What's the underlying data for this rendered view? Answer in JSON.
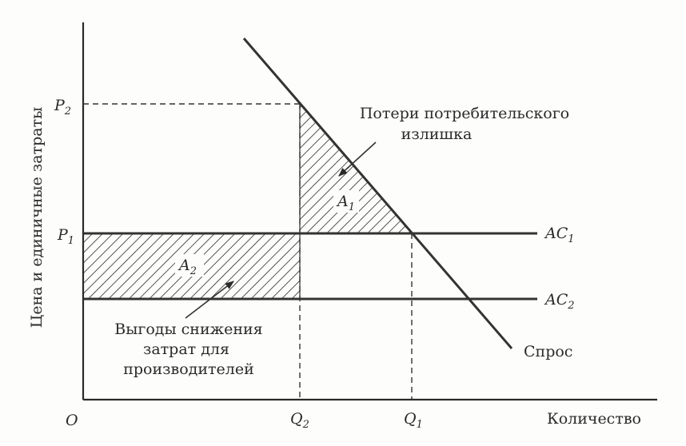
{
  "axes": {
    "y_label": "Цена и единичные затраты",
    "x_label": "Количество",
    "origin": "O"
  },
  "ticks": {
    "p2": {
      "base": "P",
      "sub": "2"
    },
    "p1": {
      "base": "P",
      "sub": "1"
    },
    "q2": {
      "base": "Q",
      "sub": "2"
    },
    "q1": {
      "base": "Q",
      "sub": "1"
    }
  },
  "curves": {
    "demand": "Спрос",
    "ac1": {
      "base": "AC",
      "sub": "1"
    },
    "ac2": {
      "base": "AC",
      "sub": "2"
    }
  },
  "areas": {
    "a1": {
      "base": "A",
      "sub": "1"
    },
    "a2": {
      "base": "A",
      "sub": "2"
    }
  },
  "annotations": {
    "consumer_loss": [
      "Потери потребительского",
      "излишка"
    ],
    "producer_gain": [
      "Выгоды снижения",
      "затрат для",
      "производителей"
    ]
  },
  "colors": {
    "ink": "#2a2a2a",
    "background": "#fdfdfb"
  }
}
